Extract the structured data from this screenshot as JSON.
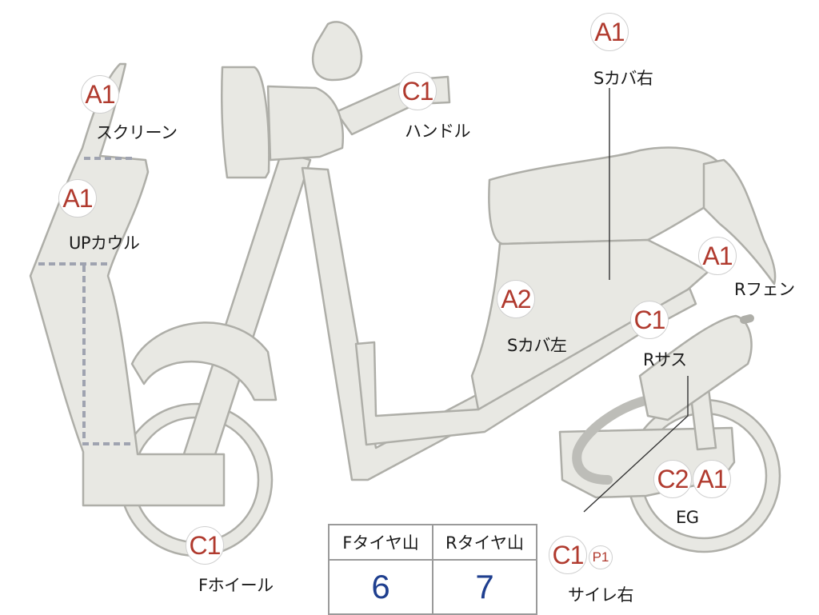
{
  "labels": {
    "screen": "スクリーン",
    "up_cowl": "UPカウル",
    "handle": "ハンドル",
    "s_cover_right": "Sカバ右",
    "r_fender": "Rフェン",
    "s_cover_left": "Sカバ左",
    "r_suspension": "Rサス",
    "engine": "EG",
    "f_wheel": "Fホイール",
    "side_right": "サイレ右"
  },
  "grades": {
    "screen": "A1",
    "up_cowl": "A1",
    "handle": "C1",
    "s_cover_right": "A1",
    "r_fender": "A1",
    "s_cover_left": "A2",
    "r_suspension": "C1",
    "engine_1": "C2",
    "engine_2": "A1",
    "f_wheel": "C1",
    "side_right": "C1",
    "side_right_sub": "P1"
  },
  "tread_table": {
    "headers": [
      "Fタイヤ山",
      "Rタイヤ山"
    ],
    "values": [
      "6",
      "7"
    ]
  },
  "colors": {
    "grade_text": "#b03a2e",
    "tread_value": "#1f3f8f",
    "part_fill": "#e8e8e3",
    "part_stroke": "#aeaea8"
  }
}
